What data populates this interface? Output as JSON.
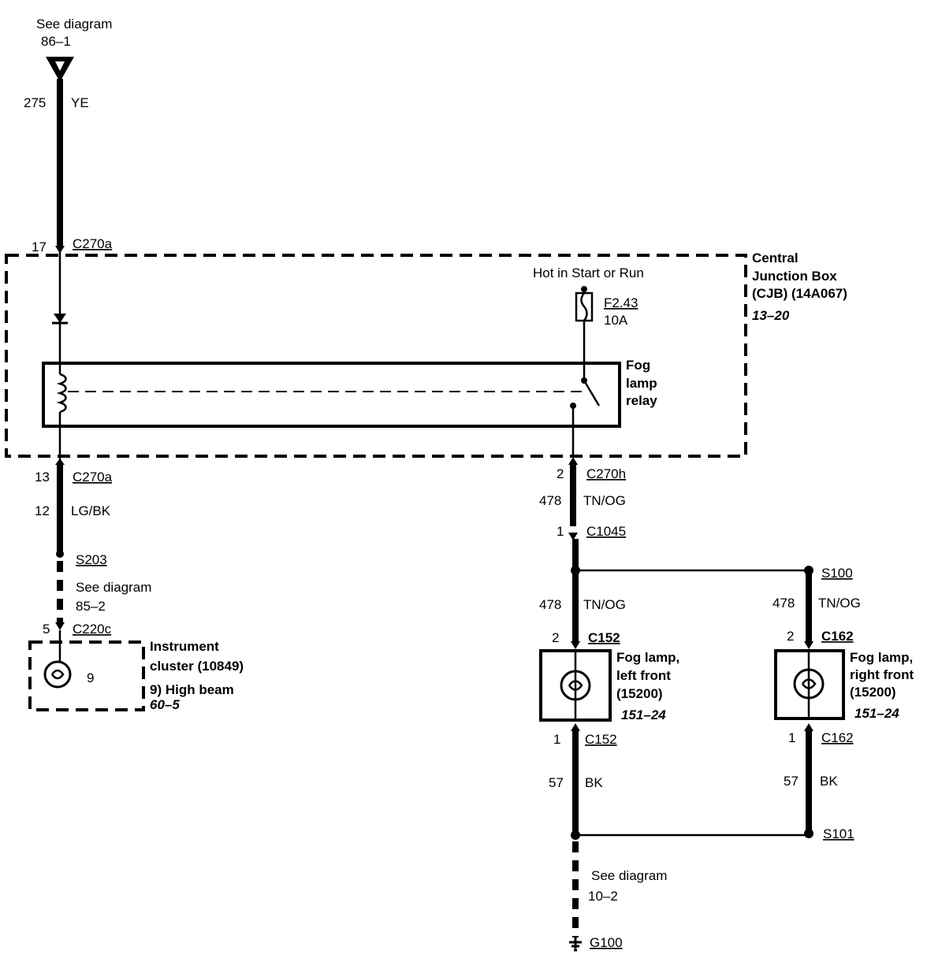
{
  "top": {
    "see": "See diagram",
    "ref": "86–1"
  },
  "w275": {
    "num": "275",
    "color": "YE"
  },
  "c270a_top": {
    "pin": "17",
    "name": "C270a"
  },
  "cjb": {
    "l1": "Central",
    "l2": "Junction Box",
    "l3": "(CJB) (14A067)",
    "ref": "13–20"
  },
  "hot": "Hot in Start or Run",
  "fuse": {
    "name": "F2.43",
    "rating": "10A"
  },
  "relay": {
    "l1": "Fog",
    "l2": "lamp",
    "l3": "relay"
  },
  "c270a_bot": {
    "pin": "13",
    "name": "C270a"
  },
  "w12": {
    "num": "12",
    "color": "LG/BK"
  },
  "s203": "S203",
  "see85": {
    "see": "See diagram",
    "ref": "85–2"
  },
  "c220c": {
    "pin": "5",
    "name": "C220c"
  },
  "cluster": {
    "l1": "Instrument",
    "l2": "cluster (10849)",
    "l3": "9) High beam",
    "ref": "60–5",
    "pin": "9"
  },
  "c270h": {
    "pin": "2",
    "name": "C270h"
  },
  "w478a": {
    "num": "478",
    "color": "TN/OG"
  },
  "c1045": {
    "pin": "1",
    "name": "C1045"
  },
  "s100": "S100",
  "w478b": {
    "num": "478",
    "color": "TN/OG"
  },
  "w478c": {
    "num": "478",
    "color": "TN/OG"
  },
  "c152_top": {
    "pin": "2",
    "name": "C152"
  },
  "c162_top": {
    "pin": "2",
    "name": "C162"
  },
  "fogL": {
    "l1": "Fog lamp,",
    "l2": "left front",
    "l3": "(15200)",
    "ref": "151–24"
  },
  "fogR": {
    "l1": "Fog lamp,",
    "l2": "right front",
    "l3": "(15200)",
    "ref": "151–24"
  },
  "c152_bot": {
    "pin": "1",
    "name": "C152"
  },
  "c162_bot": {
    "pin": "1",
    "name": "C162"
  },
  "w57a": {
    "num": "57",
    "color": "BK"
  },
  "w57b": {
    "num": "57",
    "color": "BK"
  },
  "s101": "S101",
  "see10": {
    "see": "See diagram",
    "ref": "10–2"
  },
  "g100": "G100"
}
